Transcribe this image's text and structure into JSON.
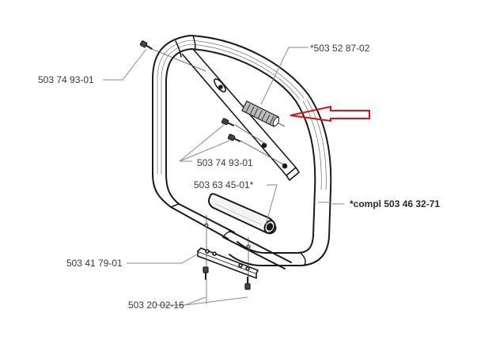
{
  "diagram": {
    "title": "Front handle assembly parts diagram",
    "parts": [
      {
        "id": "bolt_top",
        "label": "503 74 93-01"
      },
      {
        "id": "spring",
        "label": "*503 52 87-02"
      },
      {
        "id": "bolts_mid",
        "label": "503 74 93-01"
      },
      {
        "id": "grip",
        "label": "503 63 45-01*"
      },
      {
        "id": "handle_complete",
        "label": "*compl 503 46 32-71"
      },
      {
        "id": "bracket",
        "label": "503 41 79-01"
      },
      {
        "id": "screws",
        "label": "503 20 02-16"
      }
    ],
    "highlight": {
      "type": "arrow",
      "color": "#e01010",
      "points_to": "spring"
    },
    "colors": {
      "line": "#1a1a1a",
      "leader": "#8a8a8a",
      "text": "#3a3a3a",
      "highlight": "#e01010"
    }
  }
}
